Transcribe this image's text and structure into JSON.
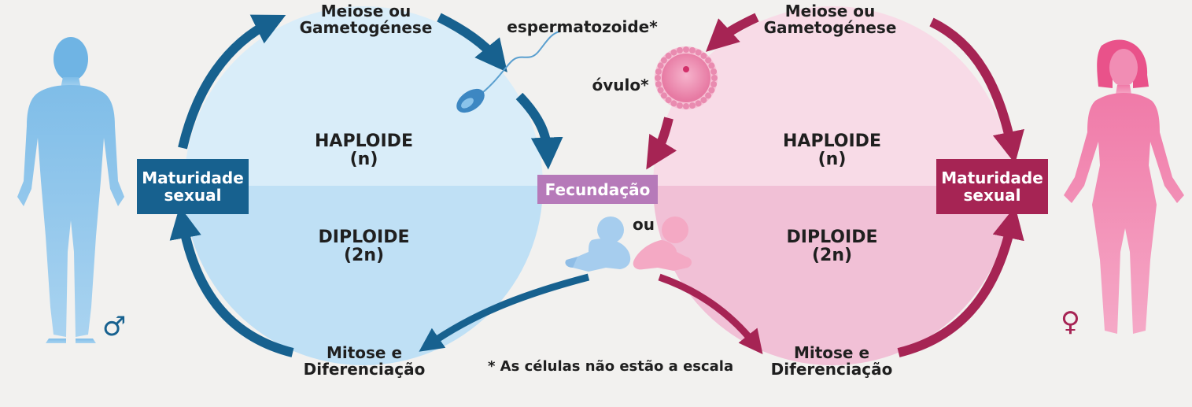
{
  "colors": {
    "male": "#17618f",
    "female": "#a62454",
    "fecundacao": "#b67ab9",
    "male_haploid_fill": "#d9edf9",
    "male_diploid_fill": "#bfe0f5",
    "female_haploid_fill": "#f8dbe7",
    "female_diploid_fill": "#f1c0d6"
  },
  "icons": [
    "male-figure",
    "female-figure",
    "sperm-cell",
    "egg-cell",
    "baby-boy",
    "baby-girl",
    "male-symbol",
    "female-symbol"
  ],
  "male_cycle": {
    "meiose": [
      "Meiose ou",
      "Gametogénese"
    ],
    "haploide": [
      "HAPLOIDE",
      "(n)"
    ],
    "diploide": [
      "DIPLOIDE",
      "(2n)"
    ],
    "maturidade": [
      "Maturidade",
      "sexual"
    ],
    "mitose": [
      "Mitose e",
      "Diferenciação"
    ],
    "gamete_label": "espermatozoide*",
    "symbol": "♂"
  },
  "female_cycle": {
    "meiose": [
      "Meiose ou",
      "Gametogénese"
    ],
    "haploide": [
      "HAPLOIDE",
      "(n)"
    ],
    "diploide": [
      "DIPLOIDE",
      "(2n)"
    ],
    "maturidade": [
      "Maturidade",
      "sexual"
    ],
    "mitose": [
      "Mitose e",
      "Diferenciação"
    ],
    "gamete_label": "óvulo*",
    "symbol": "♀"
  },
  "center": {
    "fecundacao": "Fecundação",
    "ou": "ou",
    "footnote": "* As células não estão a escala"
  }
}
